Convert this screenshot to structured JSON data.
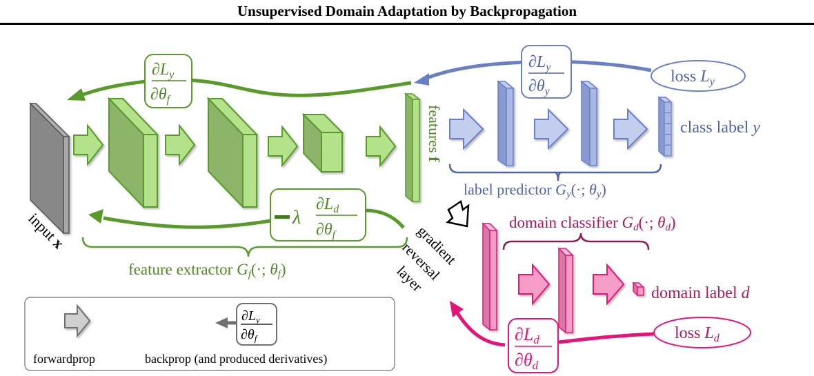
{
  "title": "Unsupervised Domain Adaptation by Backpropagation",
  "colors": {
    "green": "#5a9a2a",
    "green_text": "#4e8a24",
    "green_fill": "#b3e28a",
    "green_dark_fill": "#8db56a",
    "blue": "#6a80c4",
    "blue_text": "#4e63a8",
    "blue_fill": "#a9b8e4",
    "blue_light_fill": "#c3cdee",
    "pink": "#e3147a",
    "pink_text": "#b1165f",
    "pink_fill": "#f49dc7",
    "gray": "#707070",
    "gray_fill": "#8a8a8a"
  },
  "labels": {
    "input": "input x",
    "features": "features f",
    "feature_extractor": "feature extractor",
    "feature_extractor_math": "G",
    "feature_extractor_sub": "f",
    "feature_extractor_args": "(·; θ",
    "feature_extractor_args_sub": "f",
    "label_predictor": "label predictor",
    "label_predictor_sub": "y",
    "label_predictor_args_sub": "y",
    "domain_classifier": "domain classifier",
    "domain_classifier_sub": "d",
    "domain_classifier_args_sub": "d",
    "class_label": "class label",
    "class_label_var": "y",
    "domain_label": "domain label",
    "domain_label_var": "d",
    "loss_y": "loss",
    "loss_y_var": "L",
    "loss_y_sub": "y",
    "loss_d": "loss",
    "loss_d_var": "L",
    "loss_d_sub": "d",
    "grl_line1": "gradient",
    "grl_line2": "reversal",
    "grl_line3": "layer"
  },
  "derivatives": {
    "top_green": {
      "num": "∂L",
      "num_sub": "y",
      "den": "∂θ",
      "den_sub": "f"
    },
    "top_blue": {
      "num": "∂L",
      "num_sub": "y",
      "den": "∂θ",
      "den_sub": "y"
    },
    "mid_green": {
      "prefix": "−λ",
      "num": "∂L",
      "num_sub": "d",
      "den": "∂θ",
      "den_sub": "f"
    },
    "bottom_pink": {
      "num": "∂L",
      "num_sub": "d",
      "den": "∂θ",
      "den_sub": "d"
    },
    "legend": {
      "num": "∂L",
      "num_sub": "y",
      "den": "∂θ",
      "den_sub": "f"
    }
  },
  "legend": {
    "forwardprop": "forwardprop",
    "backprop": "backprop (and produced derivatives)"
  }
}
